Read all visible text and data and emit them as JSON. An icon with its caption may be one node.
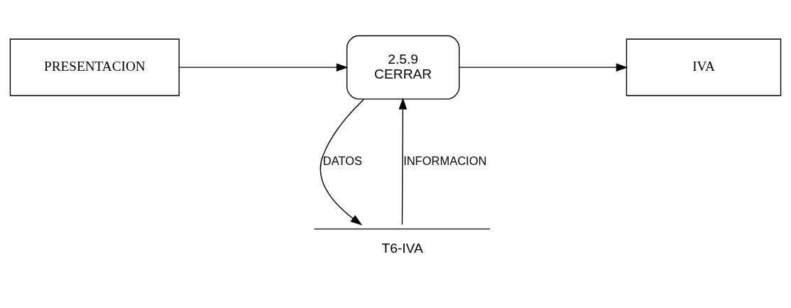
{
  "diagram": {
    "nodes": [
      {
        "text": [
          "PRESENTACION"
        ]
      },
      {
        "text": [
          "2.5.9",
          "CERRAR"
        ]
      },
      {
        "text": [
          "IVA"
        ]
      },
      {
        "text": [
          "T6-IVA"
        ]
      }
    ],
    "edges": [
      {
        "from": 0,
        "to": 1,
        "arrow": "to"
      },
      {
        "from": 1,
        "to": 2,
        "arrow": "to"
      },
      {
        "from": 1,
        "to": 3,
        "arrow": "to",
        "label": "DATOS"
      },
      {
        "from": 3,
        "to": 1,
        "arrow": "to",
        "label": "INFORMACION"
      }
    ]
  }
}
